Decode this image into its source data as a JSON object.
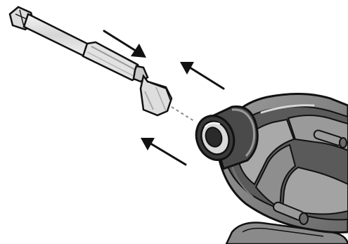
{
  "figure": {
    "subject": "insert-bit-into-chuck",
    "parts": {
      "bit": "hex-shank-screwdriver-bit",
      "tool": "impact-driver-front-housing",
      "chuck": "quick-release-collet"
    },
    "arrows": {
      "count": 3,
      "directions": [
        "toward-chuck",
        "toward-bit",
        "toward-bit"
      ]
    },
    "colors": {
      "outline": "#111111",
      "metal_light": "#e6e6e6",
      "metal_mid": "#c4c4c4",
      "housing_dark": "#5a5a5a",
      "housing_mid": "#8a8a8a",
      "housing_light": "#a9a9a9",
      "guide_line": "#8c8c8c",
      "background": "#ffffff"
    }
  }
}
